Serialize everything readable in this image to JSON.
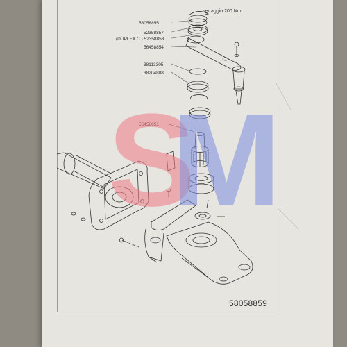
{
  "header": {
    "torque_note": "serraggio 200 Nm"
  },
  "parts_labels": [
    "58058855",
    "52358857",
    "(DUPLEX C.) 52358853",
    "56458854",
    "38113305",
    "38204808",
    "56458851"
  ],
  "document": {
    "number": "58058859"
  },
  "watermark": {
    "text": "SM",
    "color_s": "#f07c86",
    "color_m": "#7b8ee0"
  }
}
